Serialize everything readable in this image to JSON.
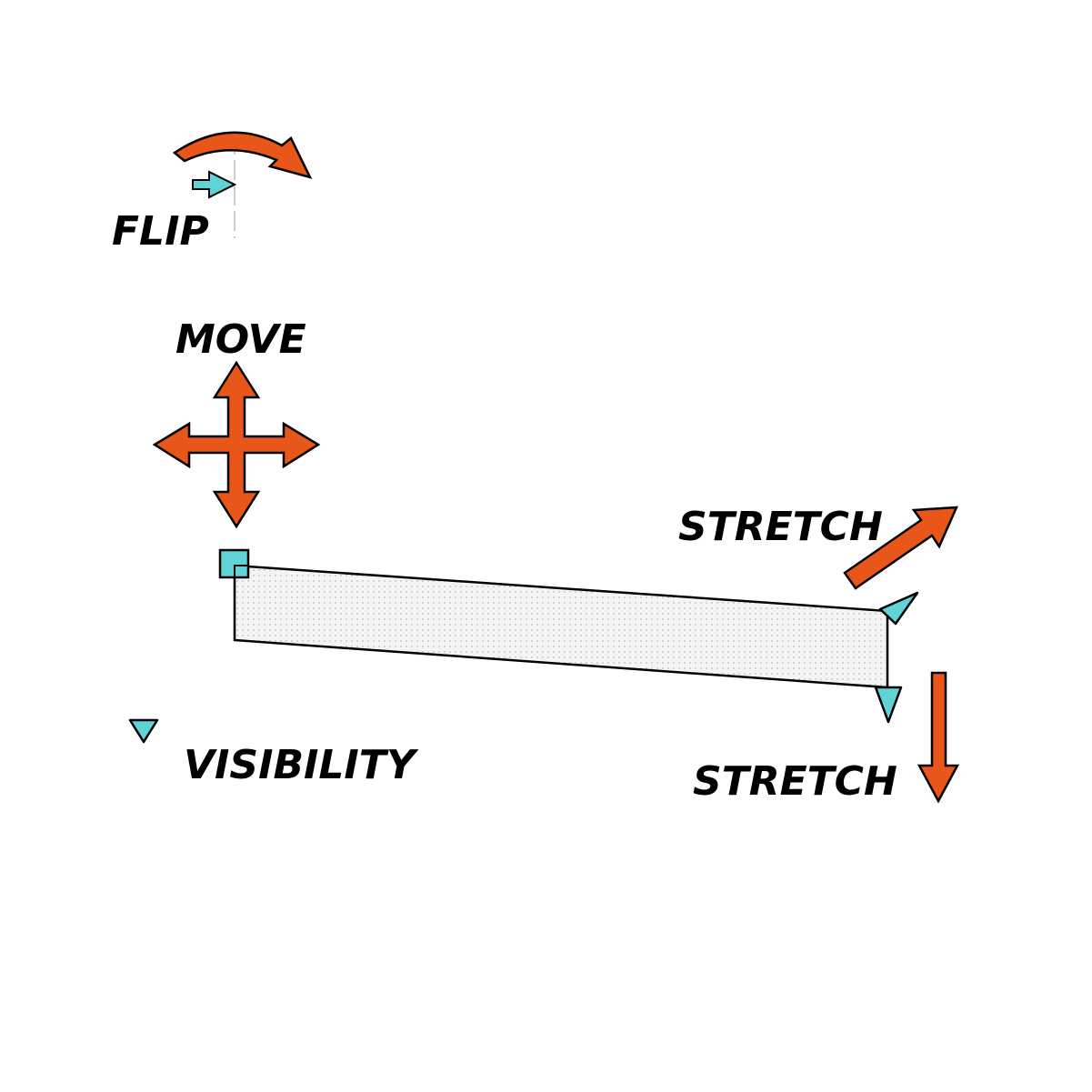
{
  "labels": {
    "flip": "FLIP",
    "move": "MOVE",
    "stretch_top": "STRETCH",
    "stretch_bottom": "STRETCH",
    "visibility": "VISIBILITY"
  },
  "colors": {
    "action_arrow": "#e8561a",
    "handle": "#5fd3d6",
    "outline": "#000000",
    "shape_fill": "#f4f4f4",
    "shape_dots": "#bdbdbd",
    "background": "#ffffff"
  },
  "icons": {
    "flip": "curved-arrow-icon",
    "move": "four-way-arrow-icon",
    "stretch_top": "diagonal-arrow-icon",
    "stretch_bottom": "down-arrow-icon",
    "visibility_handle": "triangle-handle-icon",
    "origin_handle": "square-handle-icon"
  }
}
